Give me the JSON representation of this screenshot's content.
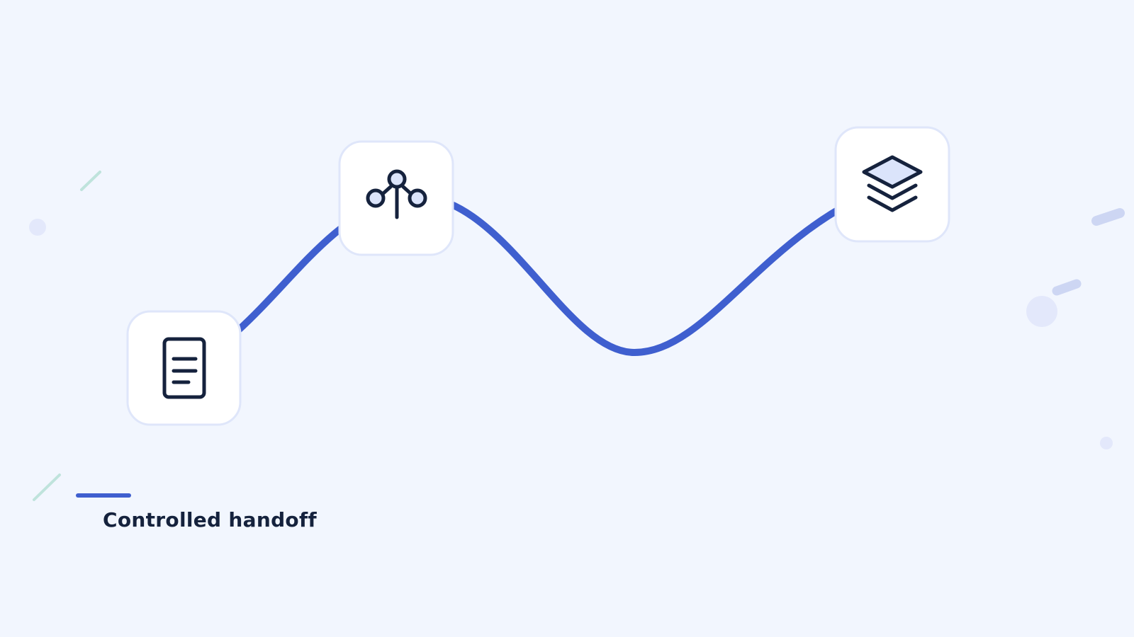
{
  "caption": {
    "text": "Controlled handoff"
  },
  "nodes": [
    {
      "id": "document",
      "icon": "document-icon"
    },
    {
      "id": "branch",
      "icon": "branch-nodes-icon"
    },
    {
      "id": "layers",
      "icon": "layers-stack-icon"
    }
  ],
  "colors": {
    "background": "#f2f6fe",
    "path": "#3f5fcf",
    "card_fill": "#ffffff",
    "card_border": "#dfe6fa",
    "icon_stroke": "#15223d",
    "icon_accent": "#dbe4fb",
    "decor_teal": "#bfe3dc",
    "decor_lavender": "#e3e8fb",
    "decor_pill": "#cdd6f3"
  }
}
